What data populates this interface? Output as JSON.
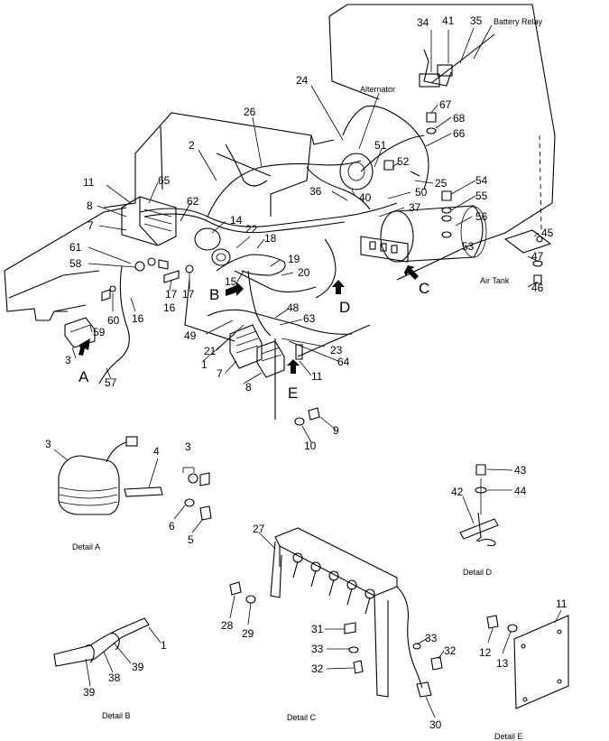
{
  "callouts_main": [
    "34",
    "41",
    "35",
    "24",
    "67",
    "68",
    "66",
    "26",
    "2",
    "51",
    "52",
    "25",
    "54",
    "55",
    "56",
    "45",
    "11",
    "65",
    "8",
    "62",
    "14",
    "36",
    "40",
    "50",
    "37",
    "7",
    "22",
    "18",
    "19",
    "20",
    "53",
    "47",
    "46",
    "61",
    "58",
    "17",
    "17",
    "16",
    "15",
    "B",
    "D",
    "C",
    "48",
    "63",
    "49",
    "21",
    "1",
    "7",
    "60",
    "16",
    "59",
    "3",
    "A",
    "57",
    "23",
    "64",
    "11",
    "E",
    "8",
    "9",
    "10"
  ],
  "callouts_detail": [
    "3",
    "4",
    "3",
    "6",
    "5",
    "43",
    "44",
    "42",
    "27",
    "28",
    "29",
    "31",
    "33",
    "32",
    "33",
    "32",
    "30",
    "1",
    "38",
    "39",
    "39",
    "12",
    "13",
    "11"
  ],
  "component_labels": {
    "battery_relay": "Battery Relay",
    "alternator": "Alternator",
    "air_tank": "Air Tank"
  },
  "detail_titles": {
    "a": "Detail A",
    "b": "Detail B",
    "c": "Detail C",
    "d": "Detail D",
    "e": "Detail E"
  }
}
